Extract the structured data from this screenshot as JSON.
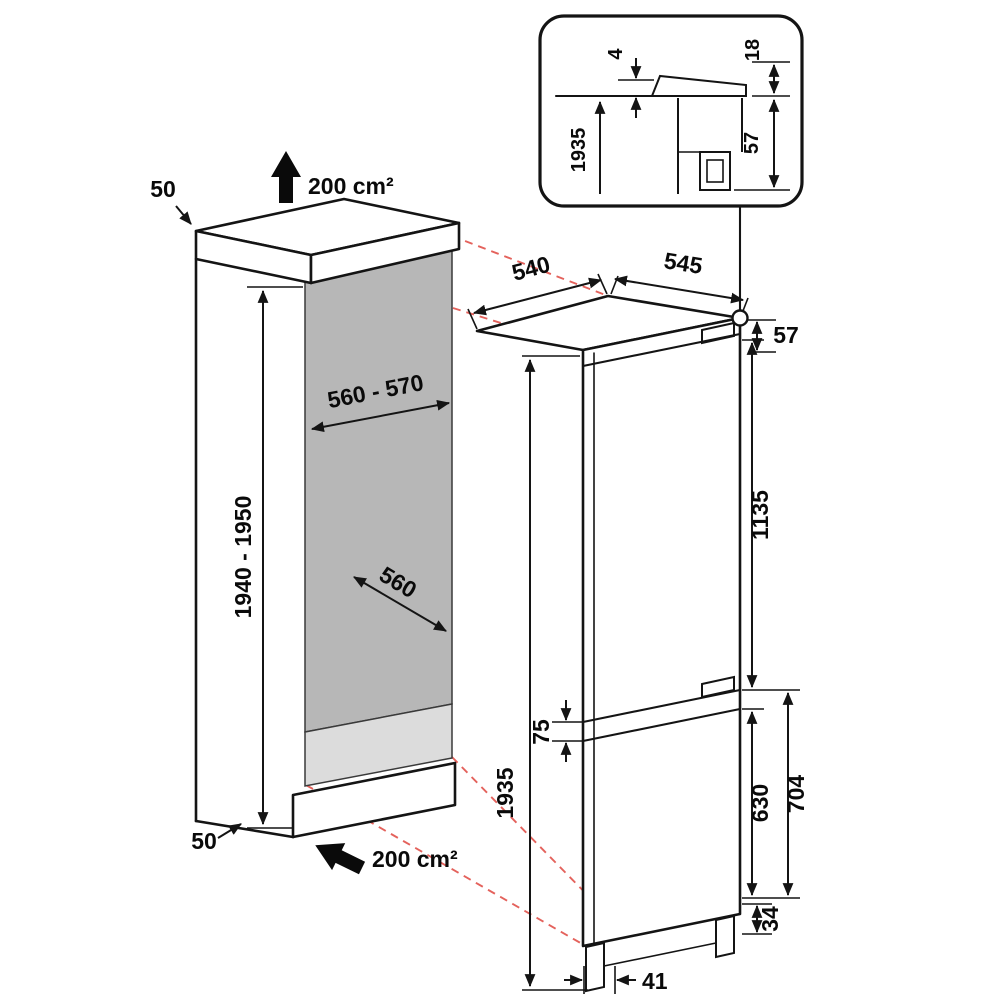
{
  "colors": {
    "line": "#141414",
    "projection_red": "#e4625c",
    "niche_back_fill": "#b7b7b7",
    "niche_floor_fill": "#dcdcdc"
  },
  "niche": {
    "top_clearance": "50",
    "top_vent_area": "200 cm²",
    "width_range": "560 - 570",
    "height_range": "1940 - 1950",
    "depth": "560",
    "bottom_clearance": "50",
    "bottom_vent_area": "200 cm²"
  },
  "appliance": {
    "depth": "540",
    "width": "545",
    "top_hinge_clearance": "57",
    "upper_door_height": "1135",
    "door_gap": "75",
    "lower_section_height": "704",
    "lower_door_height": "630",
    "total_height": "1935",
    "plinth_height": "34",
    "foot_recess": "41"
  },
  "inset_detail": {
    "top_gap": "4",
    "panel_overhang": "18",
    "niche_height": "1935",
    "hinge_clearance": "57"
  }
}
